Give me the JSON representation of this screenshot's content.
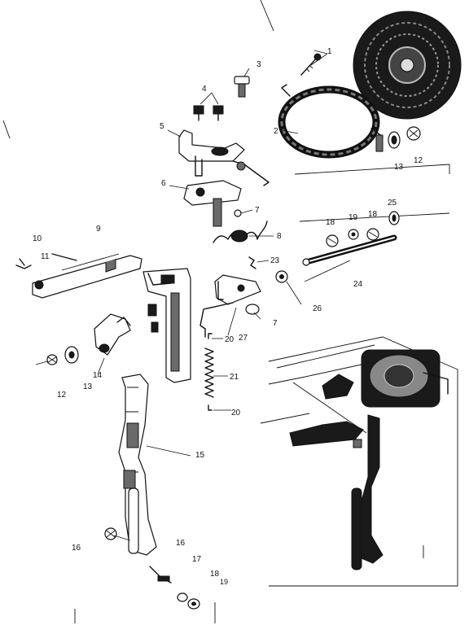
{
  "diagram": {
    "callouts": [
      {
        "id": "c1",
        "text": "1"
      },
      {
        "id": "c2",
        "text": "2"
      },
      {
        "id": "c3",
        "text": "3"
      },
      {
        "id": "c4",
        "text": "4"
      },
      {
        "id": "c5",
        "text": "5"
      },
      {
        "id": "c6",
        "text": "6"
      },
      {
        "id": "c7a",
        "text": "7"
      },
      {
        "id": "c7b",
        "text": "7"
      },
      {
        "id": "c8",
        "text": "8"
      },
      {
        "id": "c9",
        "text": "9"
      },
      {
        "id": "c10",
        "text": "10"
      },
      {
        "id": "c11",
        "text": "11"
      },
      {
        "id": "c12a",
        "text": "12"
      },
      {
        "id": "c12b",
        "text": "12"
      },
      {
        "id": "c13a",
        "text": "13"
      },
      {
        "id": "c13b",
        "text": "13"
      },
      {
        "id": "c14",
        "text": "14"
      },
      {
        "id": "c15",
        "text": "15"
      },
      {
        "id": "c16a",
        "text": "16"
      },
      {
        "id": "c16b",
        "text": "16"
      },
      {
        "id": "c17",
        "text": "17"
      },
      {
        "id": "c18a",
        "text": "18"
      },
      {
        "id": "c18b",
        "text": "18"
      },
      {
        "id": "c18c",
        "text": "18"
      },
      {
        "id": "c19a",
        "text": "19"
      },
      {
        "id": "c19b",
        "text": "19"
      },
      {
        "id": "c20a",
        "text": "20"
      },
      {
        "id": "c20b",
        "text": "20"
      },
      {
        "id": "c21",
        "text": "21"
      },
      {
        "id": "c23",
        "text": "23"
      },
      {
        "id": "c24",
        "text": "24"
      },
      {
        "id": "c25",
        "text": "25"
      },
      {
        "id": "c26",
        "text": "26"
      },
      {
        "id": "c27",
        "text": "27"
      }
    ]
  }
}
